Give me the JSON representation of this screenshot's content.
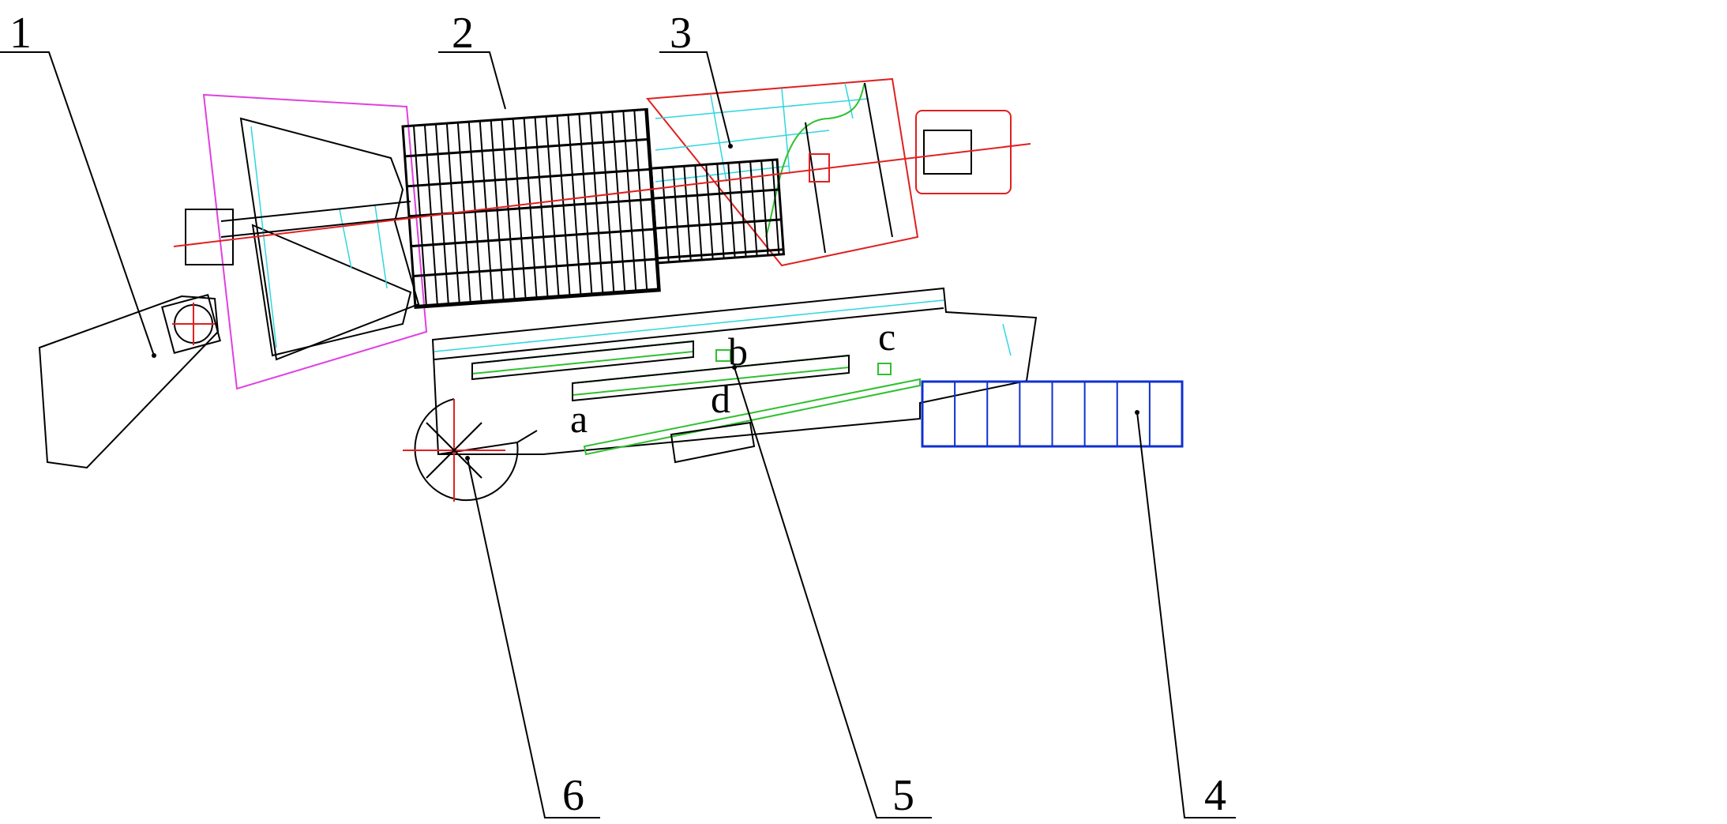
{
  "callouts": {
    "n1": "1",
    "n2": "2",
    "n3": "3",
    "n4": "4",
    "n5": "5",
    "n6": "6"
  },
  "points": {
    "a": "a",
    "b": "b",
    "c": "c",
    "d": "d"
  },
  "colors": {
    "outline": "#000000",
    "axis": "#e02020",
    "frame": "#e040e0",
    "aux": "#2fd6e0",
    "green": "#30c030",
    "box": "#1030d0"
  }
}
